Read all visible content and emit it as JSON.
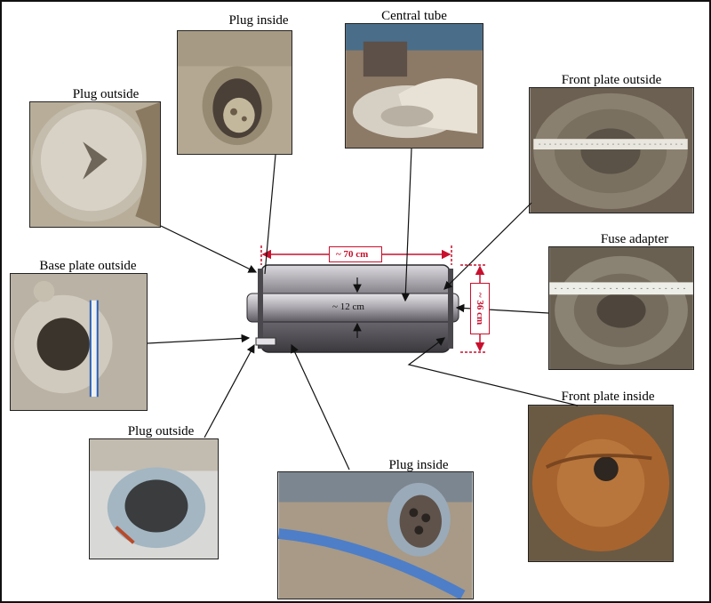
{
  "captions": {
    "plug_inside_top": "Plug inside",
    "central_tube": "Central tube",
    "plug_outside_top": "Plug outside",
    "front_plate_outside": "Front plate outside",
    "fuse_adapter": "Fuse adapter",
    "base_plate_outside": "Base plate outside",
    "front_plate_inside": "Front plate inside",
    "plug_outside_bottom": "Plug outside",
    "plug_inside_bottom": "Plug inside"
  },
  "dimensions": {
    "length": "~ 70 cm",
    "diameter": "~ 36 cm",
    "tube": "~ 12 cm"
  },
  "colors": {
    "dimension_red": "#c8102e",
    "cylinder_gray": "#7d7a80",
    "connector_line": "#111111"
  }
}
